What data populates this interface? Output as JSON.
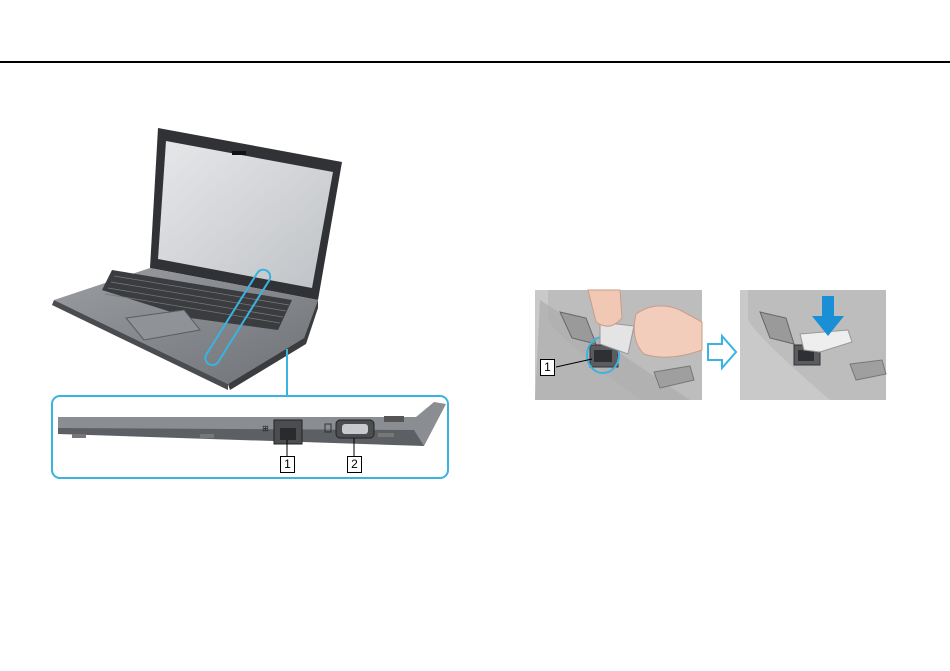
{
  "colors": {
    "callout_accent": "#3ab3e0",
    "arrow_accent": "#1a8fd6",
    "photo_bg": "#c9c9c9",
    "device_body": "#8a8d91"
  },
  "figure_left": {
    "callouts": [
      {
        "label": "1"
      },
      {
        "label": "2"
      }
    ]
  },
  "figure_right": {
    "callouts": [
      {
        "label": "1"
      }
    ],
    "step_arrow_icon": "outline-right-arrow-icon",
    "press_arrow_icon": "solid-down-arrow-icon"
  }
}
